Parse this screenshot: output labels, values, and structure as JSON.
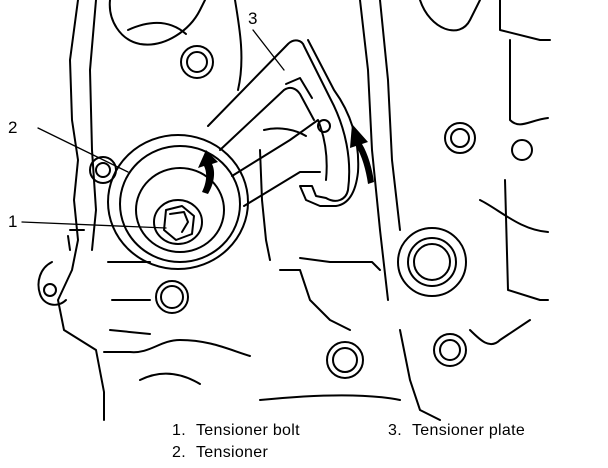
{
  "callouts": {
    "c1": "1",
    "c2": "2",
    "c3": "3"
  },
  "legend": [
    {
      "number": "1.",
      "text": "Tensioner bolt"
    },
    {
      "number": "2.",
      "text": "Tensioner"
    },
    {
      "number": "3.",
      "text": "Tensioner plate"
    }
  ]
}
